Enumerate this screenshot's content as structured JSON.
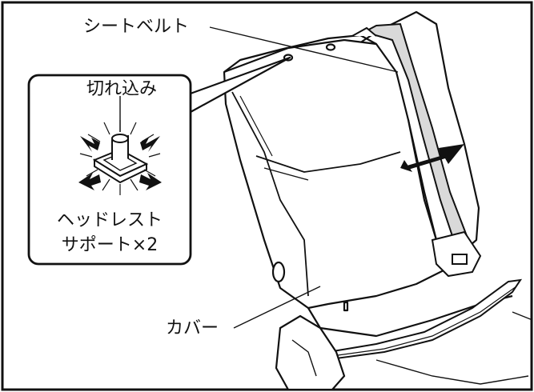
{
  "labels": {
    "seatbelt": "シートベルト",
    "notch": "切れ込み",
    "headrest_support_line1": "ヘッドレスト",
    "headrest_support_line2": "サポート×2",
    "cover": "カバー"
  },
  "colors": {
    "line": "#111111",
    "belt_fill": "#d9d9d9",
    "background": "#ffffff"
  },
  "icons": {
    "press_arrows": "arrow-icon",
    "pull_arrow": "double-arrow-icon"
  }
}
